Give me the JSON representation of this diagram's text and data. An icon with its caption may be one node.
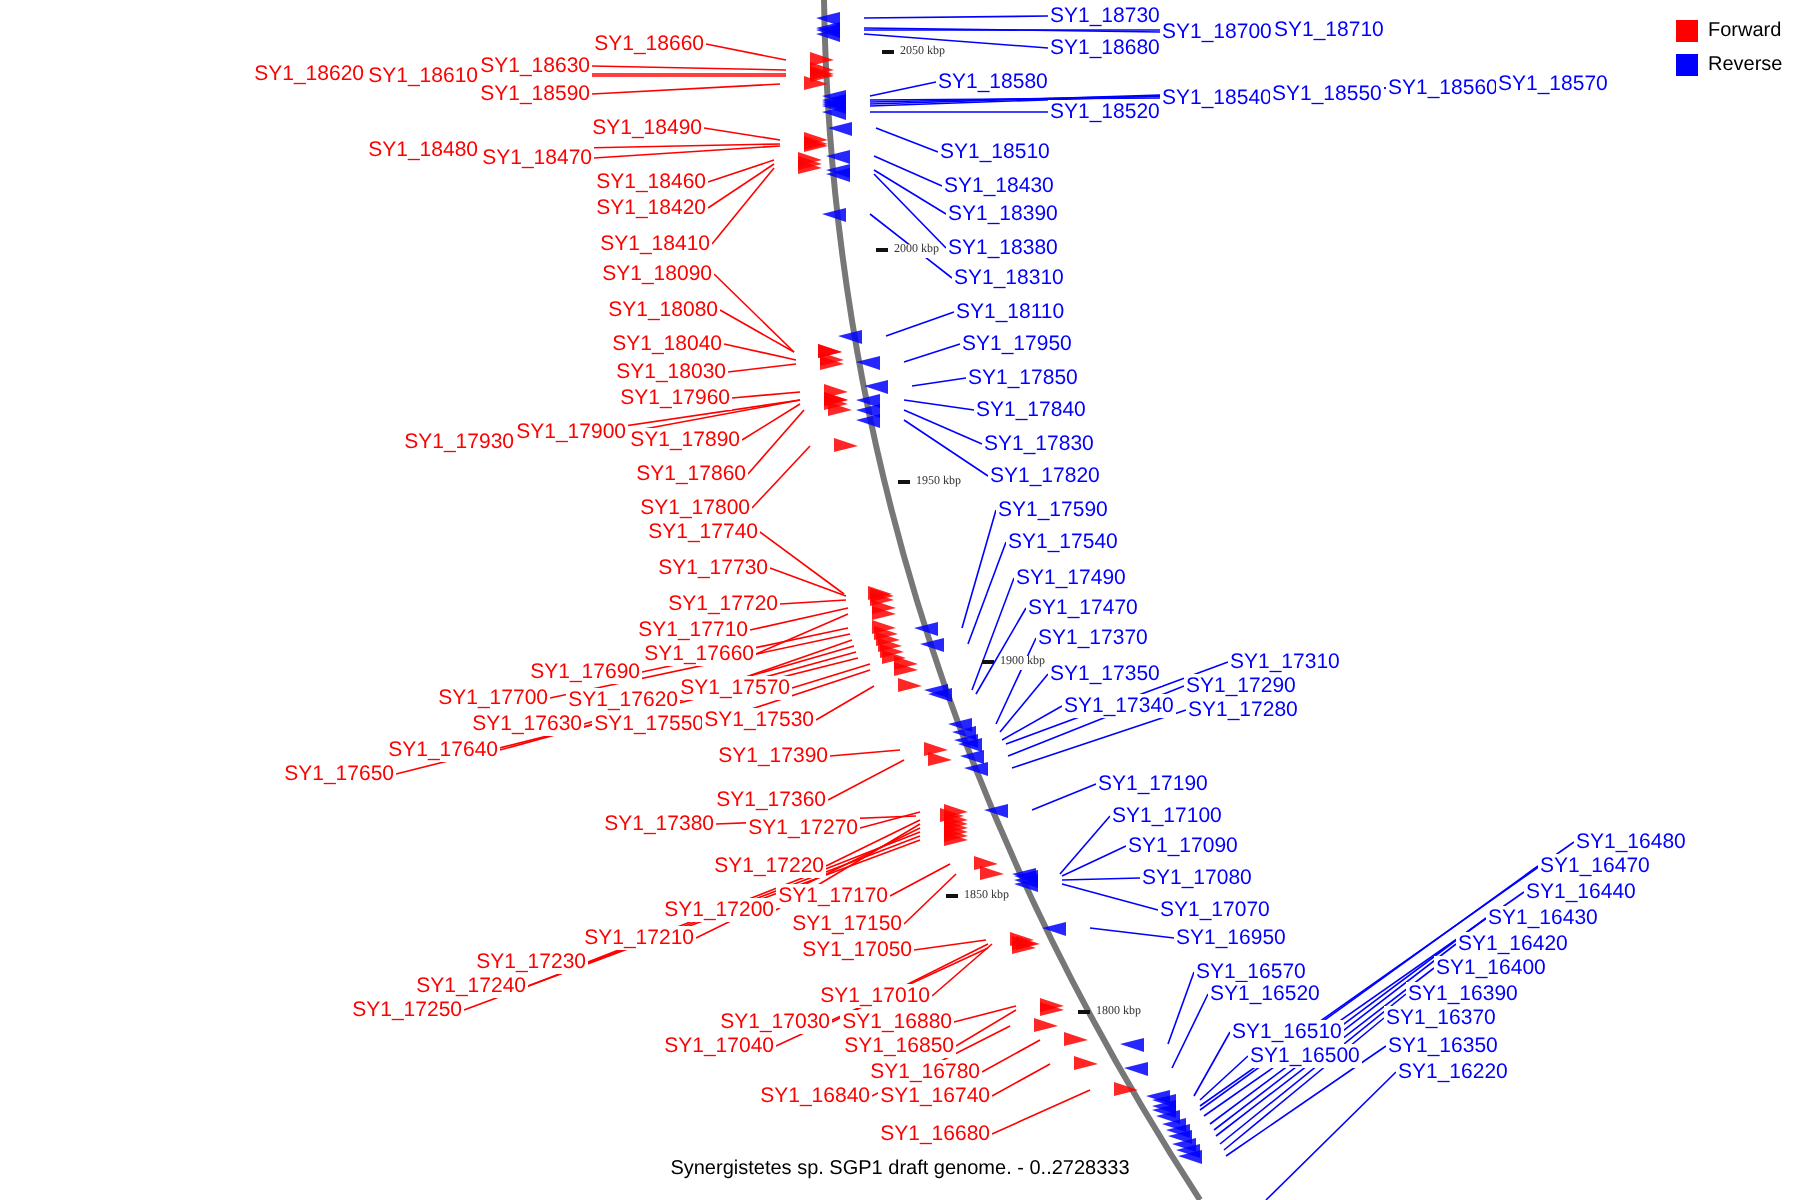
{
  "diagram": {
    "caption": "Synergistetes sp. SGP1 draft genome. - 0..2728333",
    "nodes": [
      {
        "text": [
          "SY1_18660"
        ]
      },
      {
        "text": [
          "SY1_18630"
        ]
      },
      {
        "text": [
          "SY1_18620"
        ]
      },
      {
        "text": [
          "SY1_18610"
        ]
      },
      {
        "text": [
          "SY1_18590"
        ]
      },
      {
        "text": [
          "SY1_18490"
        ]
      },
      {
        "text": [
          "SY1_18480"
        ]
      },
      {
        "text": [
          "SY1_18470"
        ]
      },
      {
        "text": [
          "SY1_18460"
        ]
      },
      {
        "text": [
          "SY1_18420"
        ]
      },
      {
        "text": [
          "SY1_18410"
        ]
      },
      {
        "text": [
          "SY1_18090"
        ]
      },
      {
        "text": [
          "SY1_18080"
        ]
      },
      {
        "text": [
          "SY1_18040"
        ]
      },
      {
        "text": [
          "SY1_18030"
        ]
      },
      {
        "text": [
          "SY1_17960"
        ]
      },
      {
        "text": [
          "SY1_17930"
        ]
      },
      {
        "text": [
          "SY1_17900"
        ]
      },
      {
        "text": [
          "SY1_17890"
        ]
      },
      {
        "text": [
          "SY1_17860"
        ]
      },
      {
        "text": [
          "SY1_17800"
        ]
      },
      {
        "text": [
          "SY1_17740"
        ]
      },
      {
        "text": [
          "SY1_17730"
        ]
      },
      {
        "text": [
          "SY1_17720"
        ]
      },
      {
        "text": [
          "SY1_17710"
        ]
      },
      {
        "text": [
          "SY1_17690"
        ]
      },
      {
        "text": [
          "SY1_17660"
        ]
      },
      {
        "text": [
          "SY1_17700"
        ]
      },
      {
        "text": [
          "SY1_17620"
        ]
      },
      {
        "text": [
          "SY1_17570"
        ]
      },
      {
        "text": [
          "SY1_17630"
        ]
      },
      {
        "text": [
          "SY1_17550"
        ]
      },
      {
        "text": [
          "SY1_17640"
        ]
      },
      {
        "text": [
          "SY1_17530"
        ]
      },
      {
        "text": [
          "SY1_17650"
        ]
      },
      {
        "text": [
          "SY1_17390"
        ]
      },
      {
        "text": [
          "SY1_17360"
        ]
      },
      {
        "text": [
          "SY1_17380"
        ]
      },
      {
        "text": [
          "SY1_17270"
        ]
      },
      {
        "text": [
          "SY1_17220"
        ]
      },
      {
        "text": [
          "SY1_17170"
        ]
      },
      {
        "text": [
          "SY1_17200"
        ]
      },
      {
        "text": [
          "SY1_17150"
        ]
      },
      {
        "text": [
          "SY1_17210"
        ]
      },
      {
        "text": [
          "SY1_17050"
        ]
      },
      {
        "text": [
          "SY1_17230"
        ]
      },
      {
        "text": [
          "SY1_17240"
        ]
      },
      {
        "text": [
          "SY1_17250"
        ]
      },
      {
        "text": [
          "SY1_17010"
        ]
      },
      {
        "text": [
          "SY1_17030"
        ]
      },
      {
        "text": [
          "SY1_16880"
        ]
      },
      {
        "text": [
          "SY1_17040"
        ]
      },
      {
        "text": [
          "SY1_16850"
        ]
      },
      {
        "text": [
          "SY1_16780"
        ]
      },
      {
        "text": [
          "SY1_16840"
        ]
      },
      {
        "text": [
          "SY1_16740"
        ]
      },
      {
        "text": [
          "SY1_16680"
        ]
      },
      {
        "text": [
          "SY1_18730"
        ]
      },
      {
        "text": [
          "SY1_18700"
        ]
      },
      {
        "text": [
          "SY1_18710"
        ]
      },
      {
        "text": [
          "SY1_18680"
        ]
      },
      {
        "text": [
          "SY1_18580"
        ]
      },
      {
        "text": [
          "SY1_18540"
        ]
      },
      {
        "text": [
          "SY1_18550"
        ]
      },
      {
        "text": [
          "SY1_18560"
        ]
      },
      {
        "text": [
          "SY1_18570"
        ]
      },
      {
        "text": [
          "SY1_18520"
        ]
      },
      {
        "text": [
          "SY1_18510"
        ]
      },
      {
        "text": [
          "SY1_18430"
        ]
      },
      {
        "text": [
          "SY1_18390"
        ]
      },
      {
        "text": [
          "SY1_18380"
        ]
      },
      {
        "text": [
          "SY1_18310"
        ]
      },
      {
        "text": [
          "SY1_18110"
        ]
      },
      {
        "text": [
          "SY1_17950"
        ]
      },
      {
        "text": [
          "SY1_17850"
        ]
      },
      {
        "text": [
          "SY1_17840"
        ]
      },
      {
        "text": [
          "SY1_17830"
        ]
      },
      {
        "text": [
          "SY1_17820"
        ]
      },
      {
        "text": [
          "SY1_17590"
        ]
      },
      {
        "text": [
          "SY1_17540"
        ]
      },
      {
        "text": [
          "SY1_17490"
        ]
      },
      {
        "text": [
          "SY1_17470"
        ]
      },
      {
        "text": [
          "SY1_17370"
        ]
      },
      {
        "text": [
          "SY1_17350"
        ]
      },
      {
        "text": [
          "SY1_17340"
        ]
      },
      {
        "text": [
          "SY1_17310"
        ]
      },
      {
        "text": [
          "SY1_17290"
        ]
      },
      {
        "text": [
          "SY1_17280"
        ]
      },
      {
        "text": [
          "SY1_17190"
        ]
      },
      {
        "text": [
          "SY1_17100"
        ]
      },
      {
        "text": [
          "SY1_17090"
        ]
      },
      {
        "text": [
          "SY1_17080"
        ]
      },
      {
        "text": [
          "SY1_17070"
        ]
      },
      {
        "text": [
          "SY1_16950"
        ]
      },
      {
        "text": [
          "SY1_16570"
        ]
      },
      {
        "text": [
          "SY1_16520"
        ]
      },
      {
        "text": [
          "SY1_16510"
        ]
      },
      {
        "text": [
          "SY1_16500"
        ]
      },
      {
        "text": [
          "SY1_16480"
        ]
      },
      {
        "text": [
          "SY1_16470"
        ]
      },
      {
        "text": [
          "SY1_16440"
        ]
      },
      {
        "text": [
          "SY1_16430"
        ]
      },
      {
        "text": [
          "SY1_16420"
        ]
      },
      {
        "text": [
          "SY1_16400"
        ]
      },
      {
        "text": [
          "SY1_16390"
        ]
      },
      {
        "text": [
          "SY1_16370"
        ]
      },
      {
        "text": [
          "SY1_16350"
        ]
      },
      {
        "text": [
          "SY1_16220"
        ]
      }
    ],
    "edges": [
      {
        "from": 0,
        "to": null,
        "arrow": "none"
      },
      {
        "from": 1,
        "to": null,
        "arrow": "none"
      },
      {
        "from": 2,
        "to": null,
        "arrow": "none"
      },
      {
        "from": 3,
        "to": null,
        "arrow": "none"
      },
      {
        "from": 4,
        "to": null,
        "arrow": "none"
      },
      {
        "from": 5,
        "to": null,
        "arrow": "none"
      },
      {
        "from": 6,
        "to": null,
        "arrow": "none"
      },
      {
        "from": 7,
        "to": null,
        "arrow": "none"
      },
      {
        "from": 8,
        "to": null,
        "arrow": "none"
      },
      {
        "from": 9,
        "to": null,
        "arrow": "none"
      },
      {
        "from": 10,
        "to": null,
        "arrow": "none"
      },
      {
        "from": 11,
        "to": null,
        "arrow": "none"
      },
      {
        "from": 12,
        "to": null,
        "arrow": "none"
      },
      {
        "from": 13,
        "to": null,
        "arrow": "none"
      },
      {
        "from": 14,
        "to": null,
        "arrow": "none"
      },
      {
        "from": 15,
        "to": null,
        "arrow": "none"
      },
      {
        "from": 16,
        "to": null,
        "arrow": "none"
      },
      {
        "from": 17,
        "to": null,
        "arrow": "none"
      },
      {
        "from": 18,
        "to": null,
        "arrow": "none"
      },
      {
        "from": 19,
        "to": null,
        "arrow": "none"
      },
      {
        "from": 20,
        "to": null,
        "arrow": "none"
      },
      {
        "from": 21,
        "to": null,
        "arrow": "none"
      },
      {
        "from": 22,
        "to": null,
        "arrow": "none"
      },
      {
        "from": 23,
        "to": null,
        "arrow": "none"
      },
      {
        "from": 24,
        "to": null,
        "arrow": "none"
      },
      {
        "from": 25,
        "to": null,
        "arrow": "none"
      },
      {
        "from": 26,
        "to": null,
        "arrow": "none"
      },
      {
        "from": 27,
        "to": null,
        "arrow": "none"
      },
      {
        "from": 28,
        "to": null,
        "arrow": "none"
      },
      {
        "from": 29,
        "to": null,
        "arrow": "none"
      },
      {
        "from": 30,
        "to": null,
        "arrow": "none"
      },
      {
        "from": 31,
        "to": null,
        "arrow": "none"
      },
      {
        "from": 32,
        "to": null,
        "arrow": "none"
      },
      {
        "from": 33,
        "to": null,
        "arrow": "none"
      },
      {
        "from": 34,
        "to": null,
        "arrow": "none"
      },
      {
        "from": 35,
        "to": null,
        "arrow": "none"
      },
      {
        "from": 36,
        "to": null,
        "arrow": "none"
      },
      {
        "from": 37,
        "to": null,
        "arrow": "none"
      },
      {
        "from": 38,
        "to": null,
        "arrow": "none"
      },
      {
        "from": 39,
        "to": null,
        "arrow": "none"
      },
      {
        "from": 40,
        "to": null,
        "arrow": "none"
      },
      {
        "from": 41,
        "to": null,
        "arrow": "none"
      },
      {
        "from": 42,
        "to": null,
        "arrow": "none"
      },
      {
        "from": 43,
        "to": null,
        "arrow": "none"
      },
      {
        "from": 44,
        "to": null,
        "arrow": "none"
      },
      {
        "from": 45,
        "to": null,
        "arrow": "none"
      },
      {
        "from": 46,
        "to": null,
        "arrow": "none"
      },
      {
        "from": 47,
        "to": null,
        "arrow": "none"
      },
      {
        "from": 48,
        "to": null,
        "arrow": "none"
      },
      {
        "from": 49,
        "to": null,
        "arrow": "none"
      },
      {
        "from": 50,
        "to": null,
        "arrow": "none"
      },
      {
        "from": 51,
        "to": null,
        "arrow": "none"
      },
      {
        "from": 52,
        "to": null,
        "arrow": "none"
      },
      {
        "from": 53,
        "to": null,
        "arrow": "none"
      },
      {
        "from": 54,
        "to": null,
        "arrow": "none"
      },
      {
        "from": 55,
        "to": null,
        "arrow": "none"
      },
      {
        "from": 56,
        "to": null,
        "arrow": "none"
      },
      {
        "from": 57,
        "to": null,
        "arrow": "none",
        "color": "#0000ff"
      },
      {
        "from": 58,
        "to": null,
        "arrow": "none",
        "color": "#0000ff"
      },
      {
        "from": 59,
        "to": null,
        "arrow": "none",
        "color": "#0000ff"
      },
      {
        "from": 60,
        "to": null,
        "arrow": "none",
        "color": "#0000ff"
      },
      {
        "from": 61,
        "to": null,
        "arrow": "none",
        "color": "#0000ff"
      },
      {
        "from": 62,
        "to": null,
        "arrow": "none",
        "color": "#0000ff"
      },
      {
        "from": 63,
        "to": null,
        "arrow": "none",
        "color": "#0000ff"
      },
      {
        "from": 64,
        "to": null,
        "arrow": "none",
        "color": "#0000ff"
      },
      {
        "from": 65,
        "to": null,
        "arrow": "none",
        "color": "#0000ff"
      },
      {
        "from": 66,
        "to": null,
        "arrow": "none",
        "color": "#0000ff"
      },
      {
        "from": 67,
        "to": null,
        "arrow": "none",
        "color": "#0000ff"
      },
      {
        "from": 68,
        "to": null,
        "arrow": "none",
        "color": "#0000ff"
      },
      {
        "from": 69,
        "to": null,
        "arrow": "none",
        "color": "#0000ff"
      },
      {
        "from": 70,
        "to": null,
        "arrow": "none",
        "color": "#0000ff"
      },
      {
        "from": 71,
        "to": null,
        "arrow": "none",
        "color": "#0000ff"
      },
      {
        "from": 72,
        "to": null,
        "arrow": "none",
        "color": "#0000ff"
      },
      {
        "from": 73,
        "to": null,
        "arrow": "none",
        "color": "#0000ff"
      },
      {
        "from": 74,
        "to": null,
        "arrow": "none",
        "color": "#0000ff"
      },
      {
        "from": 75,
        "to": null,
        "arrow": "none",
        "color": "#0000ff"
      },
      {
        "from": 76,
        "to": null,
        "arrow": "none",
        "color": "#0000ff"
      },
      {
        "from": 77,
        "to": null,
        "arrow": "none",
        "color": "#0000ff"
      },
      {
        "from": 78,
        "to": null,
        "arrow": "none",
        "color": "#0000ff"
      },
      {
        "from": 79,
        "to": null,
        "arrow": "none",
        "color": "#0000ff"
      },
      {
        "from": 80,
        "to": null,
        "arrow": "none",
        "color": "#0000ff"
      },
      {
        "from": 81,
        "to": null,
        "arrow": "none",
        "color": "#0000ff"
      },
      {
        "from": 82,
        "to": null,
        "arrow": "none",
        "color": "#0000ff"
      },
      {
        "from": 83,
        "to": null,
        "arrow": "none",
        "color": "#0000ff"
      },
      {
        "from": 84,
        "to": null,
        "arrow": "none",
        "color": "#0000ff"
      },
      {
        "from": 85,
        "to": null,
        "arrow": "none",
        "color": "#0000ff"
      },
      {
        "from": 86,
        "to": null,
        "arrow": "none",
        "color": "#0000ff"
      },
      {
        "from": 87,
        "to": null,
        "arrow": "none",
        "color": "#0000ff"
      },
      {
        "from": 88,
        "to": null,
        "arrow": "none",
        "color": "#0000ff"
      },
      {
        "from": 89,
        "to": null,
        "arrow": "none",
        "color": "#0000ff"
      },
      {
        "from": 90,
        "to": null,
        "arrow": "none",
        "color": "#0000ff"
      },
      {
        "from": 91,
        "to": null,
        "arrow": "none",
        "color": "#0000ff"
      },
      {
        "from": 92,
        "to": null,
        "arrow": "none",
        "color": "#0000ff"
      },
      {
        "from": 93,
        "to": null,
        "arrow": "none",
        "color": "#0000ff"
      },
      {
        "from": 94,
        "to": null,
        "arrow": "none",
        "color": "#0000ff"
      },
      {
        "from": 95,
        "to": null,
        "arrow": "none",
        "color": "#0000ff"
      },
      {
        "from": 96,
        "to": null,
        "arrow": "none",
        "color": "#0000ff"
      },
      {
        "from": 97,
        "to": null,
        "arrow": "none",
        "color": "#0000ff"
      },
      {
        "from": 98,
        "to": null,
        "arrow": "none",
        "color": "#0000ff"
      },
      {
        "from": 99,
        "to": null,
        "arrow": "none",
        "color": "#0000ff"
      },
      {
        "from": 100,
        "to": null,
        "arrow": "none",
        "color": "#0000ff"
      },
      {
        "from": 101,
        "to": null,
        "arrow": "none",
        "color": "#0000ff"
      },
      {
        "from": 102,
        "to": null,
        "arrow": "none",
        "color": "#0000ff"
      },
      {
        "from": 103,
        "to": null,
        "arrow": "none",
        "color": "#0000ff"
      },
      {
        "from": 104,
        "to": null,
        "arrow": "none",
        "color": "#0000ff"
      },
      {
        "from": 105,
        "to": null,
        "arrow": "none",
        "color": "#0000ff"
      },
      {
        "from": 106,
        "to": null,
        "arrow": "none",
        "color": "#0000ff"
      },
      {
        "from": 107,
        "to": null,
        "arrow": "none",
        "color": "#0000ff"
      }
    ],
    "labels": [
      "2050 kbp",
      "2000 kbp",
      "1950 kbp",
      "1900 kbp",
      "1850 kbp",
      "1800 kbp"
    ],
    "legend": [
      {
        "text": "Forward",
        "color": "#ff0000"
      },
      {
        "text": "Reverse",
        "color": "#0000ff"
      }
    ]
  }
}
